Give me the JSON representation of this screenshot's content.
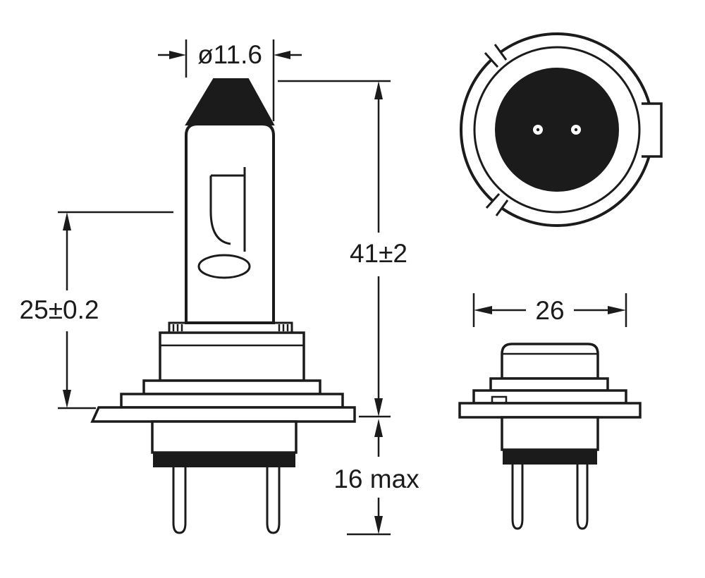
{
  "drawing": {
    "labels": {
      "tip_diameter": "ø11.6",
      "overall_length": "41±2",
      "reference_length": "25±0.2",
      "base_length": "16 max",
      "base_width": "26"
    },
    "colors": {
      "line": "#1b1b1b",
      "background": "#ffffff"
    }
  }
}
